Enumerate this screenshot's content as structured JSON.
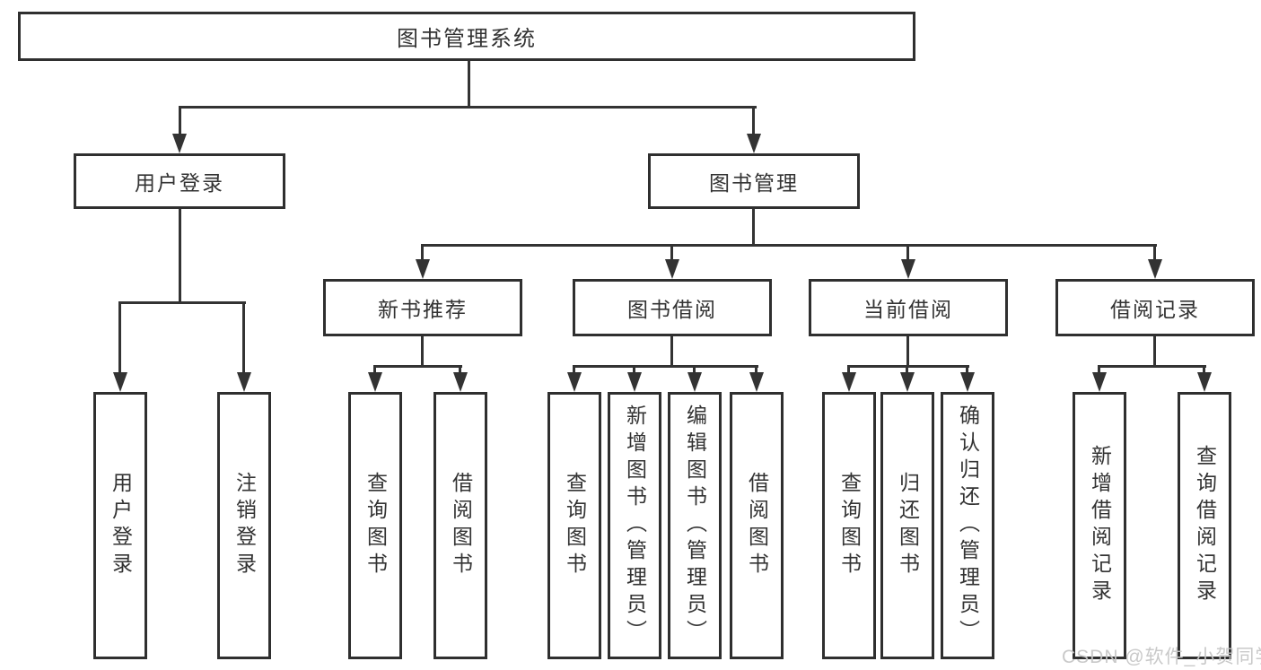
{
  "diagram": {
    "title": "图书管理系统",
    "level2": [
      {
        "label": "用户登录"
      },
      {
        "label": "图书管理"
      }
    ],
    "level3": [
      {
        "label": "新书推荐",
        "parent": "图书管理"
      },
      {
        "label": "图书借阅",
        "parent": "图书管理"
      },
      {
        "label": "当前借阅",
        "parent": "图书管理"
      },
      {
        "label": "借阅记录",
        "parent": "图书管理"
      }
    ],
    "leaves": [
      {
        "label": "用户登录",
        "parent": "用户登录"
      },
      {
        "label": "注销登录",
        "parent": "用户登录"
      },
      {
        "label": "查询图书",
        "parent": "新书推荐"
      },
      {
        "label": "借阅图书",
        "parent": "新书推荐"
      },
      {
        "label": "查询图书",
        "parent": "图书借阅"
      },
      {
        "label": "新增图书（管理员）",
        "parent": "图书借阅"
      },
      {
        "label": "编辑图书（管理员）",
        "parent": "图书借阅"
      },
      {
        "label": "借阅图书",
        "parent": "图书借阅"
      },
      {
        "label": "查询图书",
        "parent": "当前借阅"
      },
      {
        "label": "归还图书",
        "parent": "当前借阅"
      },
      {
        "label": "确认归还（管理员）",
        "parent": "当前借阅"
      },
      {
        "label": "新增借阅记录",
        "parent": "借阅记录"
      },
      {
        "label": "查询借阅记录",
        "parent": "借阅记录"
      }
    ]
  },
  "watermark": {
    "text": "CSDN @软件_小贺同学"
  },
  "colors": {
    "line": "#333333",
    "border": "#2f2f2f",
    "text": "#333333",
    "background": "#ffffff",
    "watermark": "#c6c6c6"
  }
}
